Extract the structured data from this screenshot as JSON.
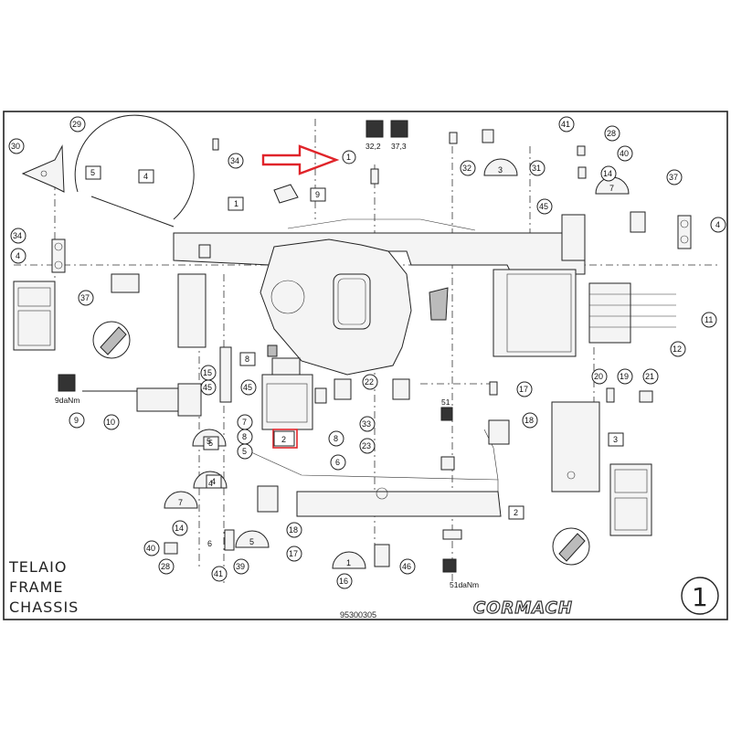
{
  "title_lines": [
    "TELAIO",
    "FRAME",
    "CHASSIS"
  ],
  "doc_code": "95300305",
  "brand": "CORMACH",
  "page_number": "1",
  "torque": [
    {
      "id": "t322",
      "value": "32,2"
    },
    {
      "id": "t373",
      "value": "37,3"
    },
    {
      "id": "t9",
      "value": "9daNm"
    },
    {
      "id": "t51a",
      "value": "51"
    },
    {
      "id": "t51b",
      "value": "51daNm"
    }
  ],
  "callouts": {
    "c1": "1",
    "c2": "2",
    "c3": "3",
    "c4": "4",
    "c5": "5",
    "c6": "6",
    "c7": "7",
    "c8": "8",
    "c9": "9",
    "c10": "10",
    "c11": "11",
    "c12": "12",
    "c14": "14",
    "c15": "15",
    "c16": "16",
    "c17": "17",
    "c18": "18",
    "c19": "19",
    "c20": "20",
    "c21": "21",
    "c22": "22",
    "c23": "23",
    "c28": "28",
    "c29": "29",
    "c30": "30",
    "c31": "31",
    "c32": "32",
    "c33": "33",
    "c34": "34",
    "c37": "37",
    "c39": "39",
    "c40": "40",
    "c41": "41",
    "c45": "45",
    "c46": "46"
  },
  "colors": {
    "arrow": "#e0242a",
    "highlight": "#e0242a",
    "ink": "#222222"
  }
}
